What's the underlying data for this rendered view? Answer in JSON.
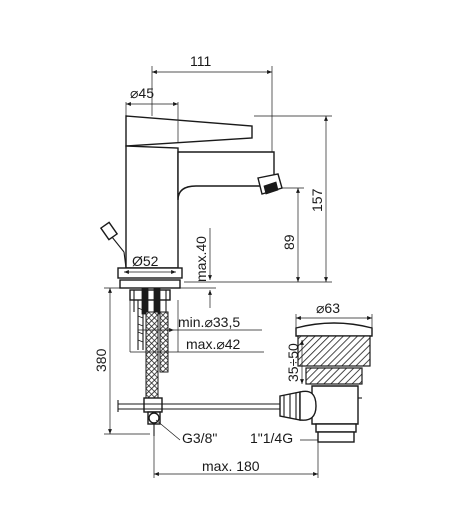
{
  "dimensions": {
    "projection": "111",
    "spout_diameter": "⌀45",
    "height": "157",
    "spout_height": "89",
    "base_diameter": "Ø52",
    "deck_thickness": "max.40",
    "hole_min": "min.⌀33,5",
    "hole_max": "max.⌀42",
    "total_length": "380",
    "waste_diameter": "⌀63",
    "waste_range": "35÷50",
    "inlet": "G3/8\"",
    "waste_thread": "1\"1/4G",
    "waste_reach": "max. 180"
  },
  "colors": {
    "line": "#1a1a1a",
    "background": "#ffffff"
  }
}
